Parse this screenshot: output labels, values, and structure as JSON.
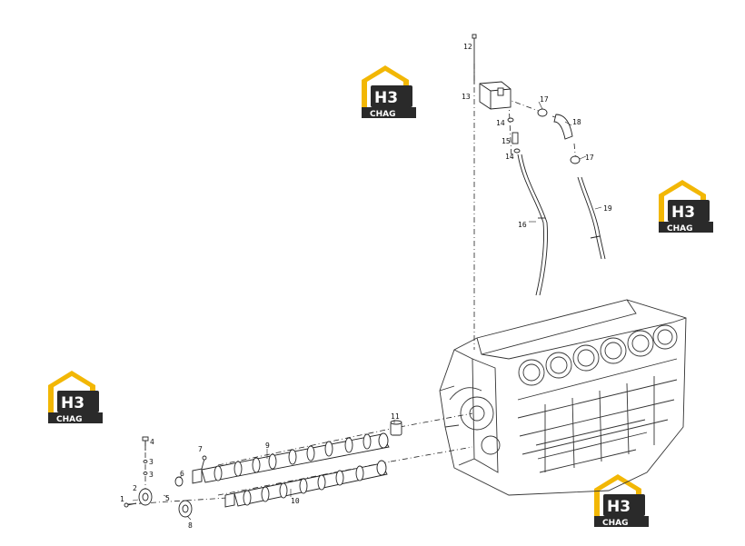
{
  "logo": {
    "mark": "H3",
    "caption": "CHAG",
    "color_gold": "#F2B705",
    "color_dark": "#2A2A2A"
  },
  "callouts": [
    "1",
    "2",
    "3",
    "3",
    "4",
    "5",
    "6",
    "7",
    "8",
    "9",
    "10",
    "11",
    "12",
    "13",
    "14",
    "14",
    "15",
    "16",
    "17",
    "17",
    "18",
    "19"
  ],
  "colors": {
    "line": "#222222",
    "drawing": "#333333"
  }
}
